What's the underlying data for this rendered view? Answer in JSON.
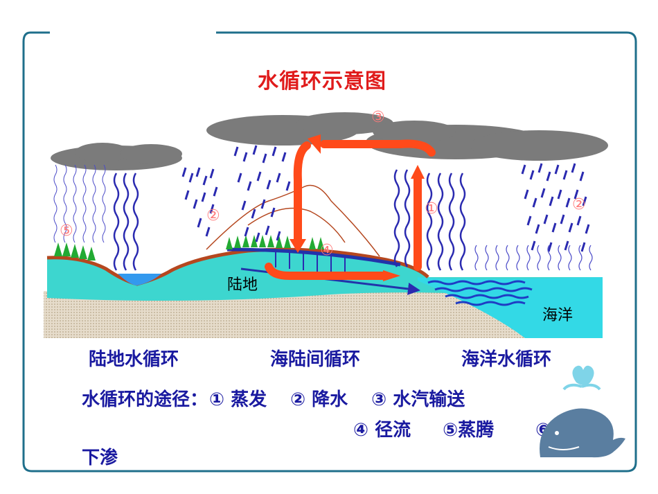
{
  "title": "水循环示意图",
  "diagram": {
    "land_label": "陆地",
    "ocean_label": "海洋",
    "marker_1": "①",
    "marker_2": "②",
    "marker_3": "③",
    "marker_4": "④",
    "marker_5": "⑤"
  },
  "regions": {
    "land_cycle": "陆地水循环",
    "sea_land_cycle": "海陆间循环",
    "ocean_cycle": "海洋水循环"
  },
  "routes": {
    "prefix": "水循环的途径：",
    "r1": "① 蒸发",
    "r2": "② 降水",
    "r3": "③ 水汽输送",
    "r4": "④ 径流",
    "r5": "⑤蒸腾",
    "r6_num": "⑥",
    "r6_text": "下渗"
  },
  "colors": {
    "title": "#e01b1b",
    "text": "#1a1aa0",
    "arrow": "#ff4a1a",
    "ocean": "#33d9e6",
    "cloud": "#7b7b7b",
    "frame": "#1f6f8b"
  }
}
